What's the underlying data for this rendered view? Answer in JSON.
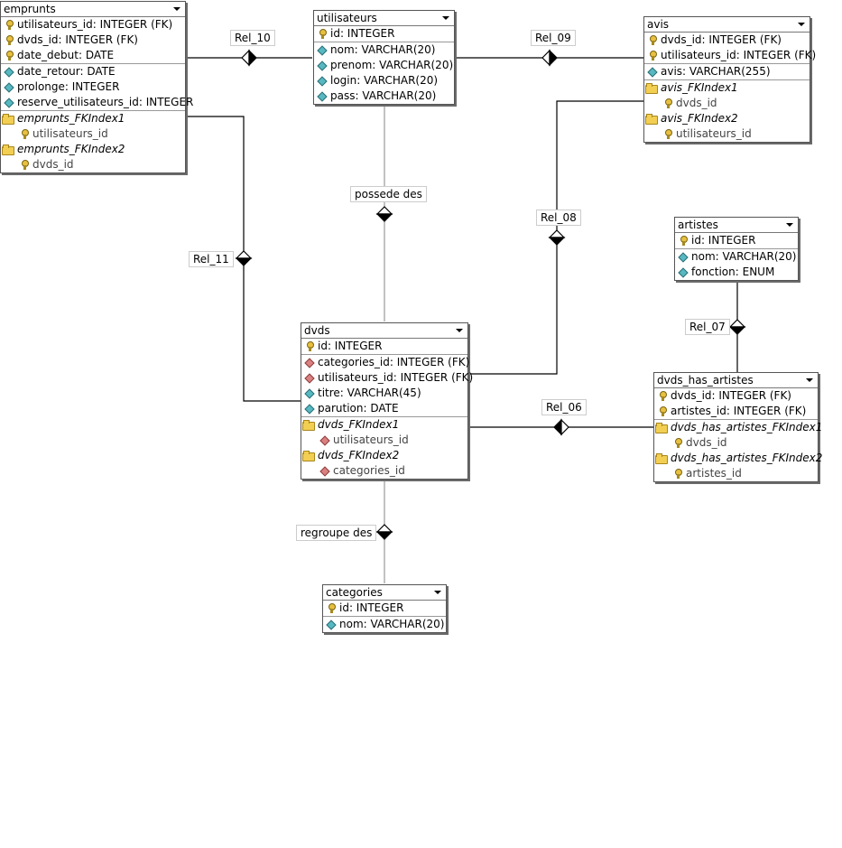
{
  "tables": {
    "emprunts": {
      "name": "emprunts",
      "rows": [
        {
          "icon": "key",
          "text": "utilisateurs_id: INTEGER (FK)"
        },
        {
          "icon": "key",
          "text": "dvds_id: INTEGER (FK)"
        },
        {
          "icon": "key",
          "text": "date_debut: DATE"
        },
        {
          "icon": "dia",
          "text": "date_retour: DATE"
        },
        {
          "icon": "dia",
          "text": "prolonge: INTEGER"
        },
        {
          "icon": "dia",
          "text": "reserve_utilisateurs_id: INTEGER"
        },
        {
          "icon": "folder",
          "text": "emprunts_FKIndex1"
        },
        {
          "icon": "key",
          "text": "utilisateurs_id"
        },
        {
          "icon": "folder",
          "text": "emprunts_FKIndex2"
        },
        {
          "icon": "key",
          "text": "dvds_id"
        }
      ]
    },
    "utilisateurs": {
      "name": "utilisateurs",
      "rows": [
        {
          "icon": "key",
          "text": "id: INTEGER"
        },
        {
          "icon": "dia",
          "text": "nom: VARCHAR(20)"
        },
        {
          "icon": "dia",
          "text": "prenom: VARCHAR(20)"
        },
        {
          "icon": "dia",
          "text": "login: VARCHAR(20)"
        },
        {
          "icon": "dia",
          "text": "pass: VARCHAR(20)"
        }
      ]
    },
    "avis": {
      "name": "avis",
      "rows": [
        {
          "icon": "key",
          "text": "dvds_id: INTEGER (FK)"
        },
        {
          "icon": "key",
          "text": "utilisateurs_id: INTEGER (FK)"
        },
        {
          "icon": "dia",
          "text": "avis: VARCHAR(255)"
        },
        {
          "icon": "folder",
          "text": "avis_FKIndex1"
        },
        {
          "icon": "key",
          "text": "dvds_id"
        },
        {
          "icon": "folder",
          "text": "avis_FKIndex2"
        },
        {
          "icon": "key",
          "text": "utilisateurs_id"
        }
      ]
    },
    "artistes": {
      "name": "artistes",
      "rows": [
        {
          "icon": "key",
          "text": "id: INTEGER"
        },
        {
          "icon": "dia",
          "text": "nom: VARCHAR(20)"
        },
        {
          "icon": "dia",
          "text": "fonction: ENUM"
        }
      ]
    },
    "dvds": {
      "name": "dvds",
      "rows": [
        {
          "icon": "key",
          "text": "id: INTEGER"
        },
        {
          "icon": "fk",
          "text": "categories_id: INTEGER (FK)"
        },
        {
          "icon": "fk",
          "text": "utilisateurs_id: INTEGER (FK)"
        },
        {
          "icon": "dia",
          "text": "titre: VARCHAR(45)"
        },
        {
          "icon": "dia",
          "text": "parution: DATE"
        },
        {
          "icon": "folder",
          "text": "dvds_FKIndex1"
        },
        {
          "icon": "fk",
          "text": "utilisateurs_id"
        },
        {
          "icon": "folder",
          "text": "dvds_FKIndex2"
        },
        {
          "icon": "fk",
          "text": "categories_id"
        }
      ]
    },
    "dvds_has_artistes": {
      "name": "dvds_has_artistes",
      "rows": [
        {
          "icon": "key",
          "text": "dvds_id: INTEGER (FK)"
        },
        {
          "icon": "key",
          "text": "artistes_id: INTEGER (FK)"
        },
        {
          "icon": "folder",
          "text": "dvds_has_artistes_FKIndex1"
        },
        {
          "icon": "key",
          "text": "dvds_id"
        },
        {
          "icon": "folder",
          "text": "dvds_has_artistes_FKIndex2"
        },
        {
          "icon": "key",
          "text": "artistes_id"
        }
      ]
    },
    "categories": {
      "name": "categories",
      "rows": [
        {
          "icon": "key",
          "text": "id: INTEGER"
        },
        {
          "icon": "dia",
          "text": "nom: VARCHAR(20)"
        }
      ]
    }
  },
  "relations": {
    "rel10": "Rel_10",
    "rel09": "Rel_09",
    "rel08": "Rel_08",
    "rel07": "Rel_07",
    "rel06": "Rel_06",
    "rel11": "Rel_11",
    "possede": "possede des",
    "regroupe": "regroupe des"
  },
  "colors": {
    "line": "#000000",
    "pk_icon": "#e8c040",
    "attr_icon": "#57b8c2",
    "fk_icon": "#d98080",
    "index_icon": "#f2cf52"
  }
}
